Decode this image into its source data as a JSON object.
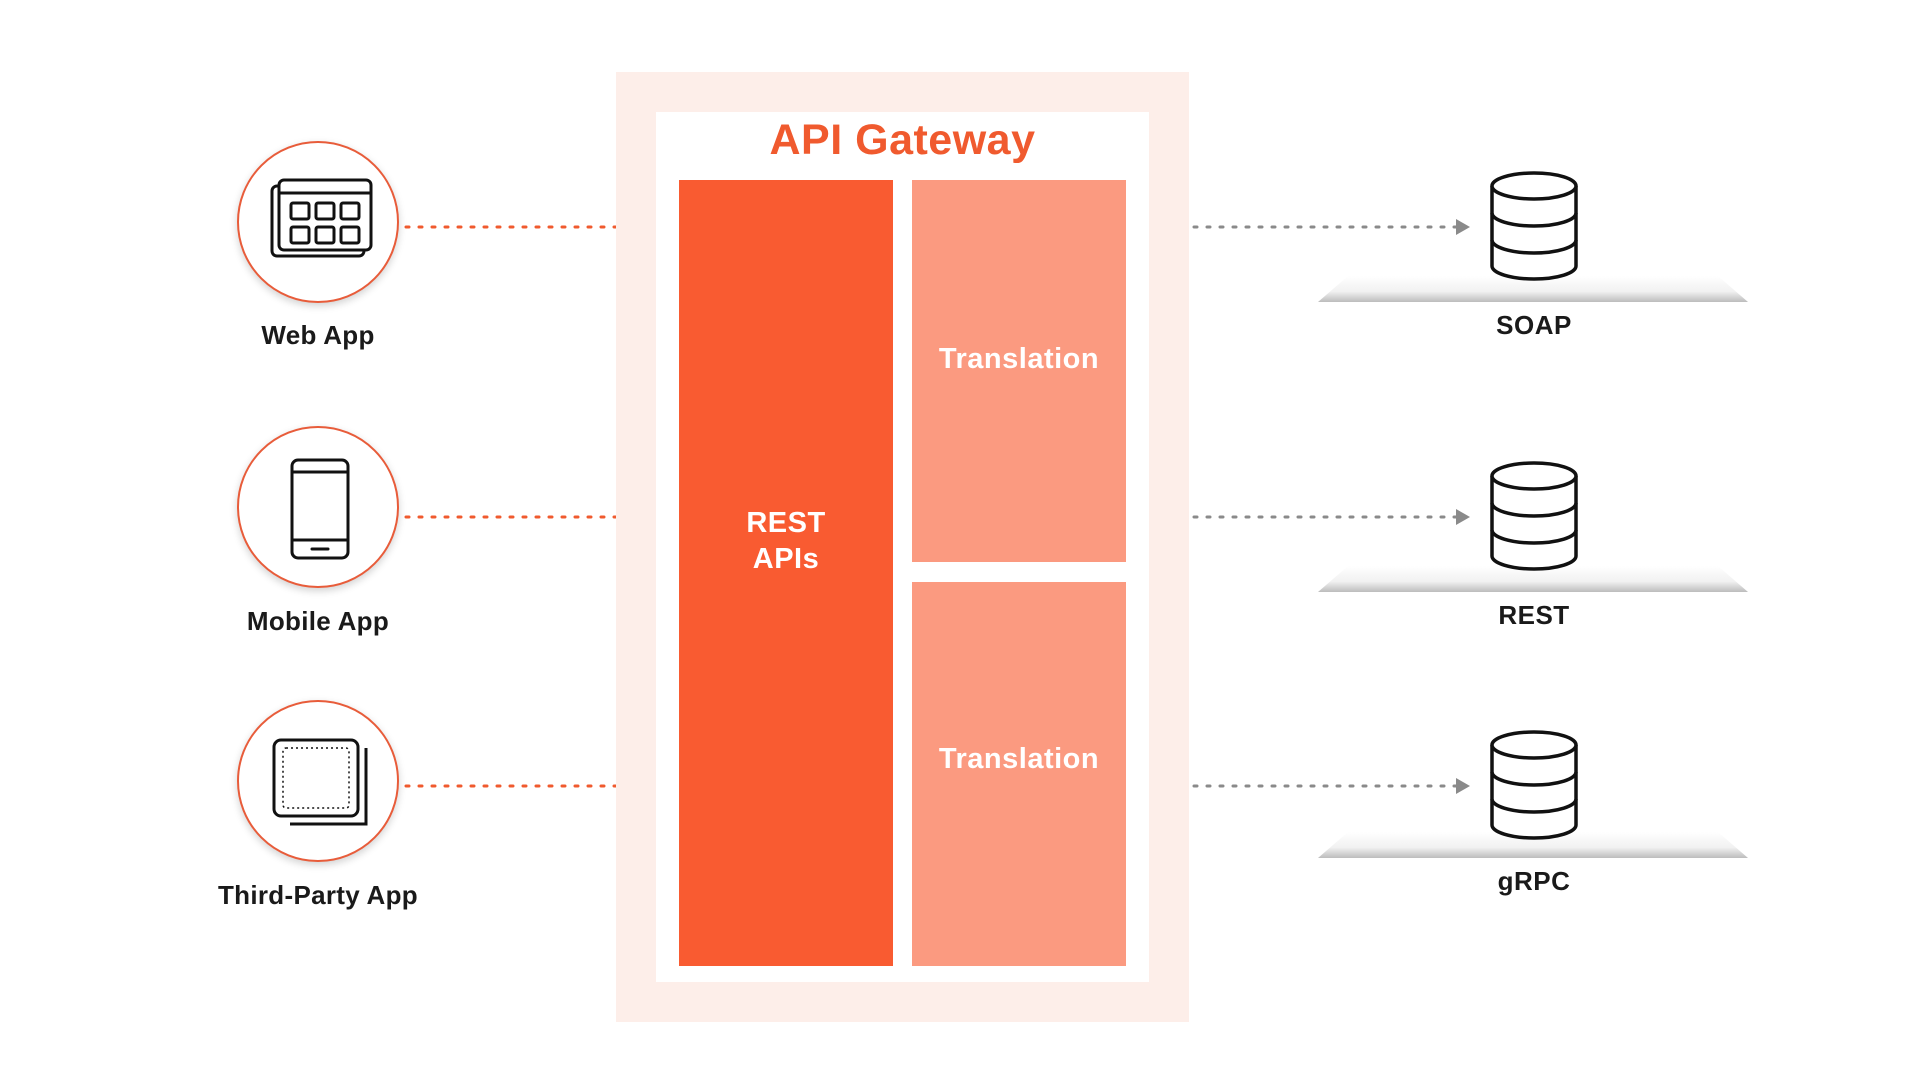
{
  "gateway": {
    "title": "API Gateway",
    "rest_apis": "REST\nAPIs",
    "translations": [
      "Translation",
      "Translation"
    ]
  },
  "clients": [
    {
      "label": "Web App",
      "icon": "web-app-icon"
    },
    {
      "label": "Mobile App",
      "icon": "mobile-app-icon"
    },
    {
      "label": "Third-Party App",
      "icon": "third-party-app-icon"
    }
  ],
  "backends": [
    {
      "label": "SOAP",
      "icon": "database-icon"
    },
    {
      "label": "REST",
      "icon": "database-icon"
    },
    {
      "label": "gRPC",
      "icon": "database-icon"
    }
  ],
  "colors": {
    "accent": "#f05a2e",
    "rest_block": "#f95b31",
    "translation_block": "#fb9a80",
    "gateway_bg": "#fdeee9",
    "client_arrow": "#f05a2e",
    "backend_arrow": "#8a8a8a"
  }
}
